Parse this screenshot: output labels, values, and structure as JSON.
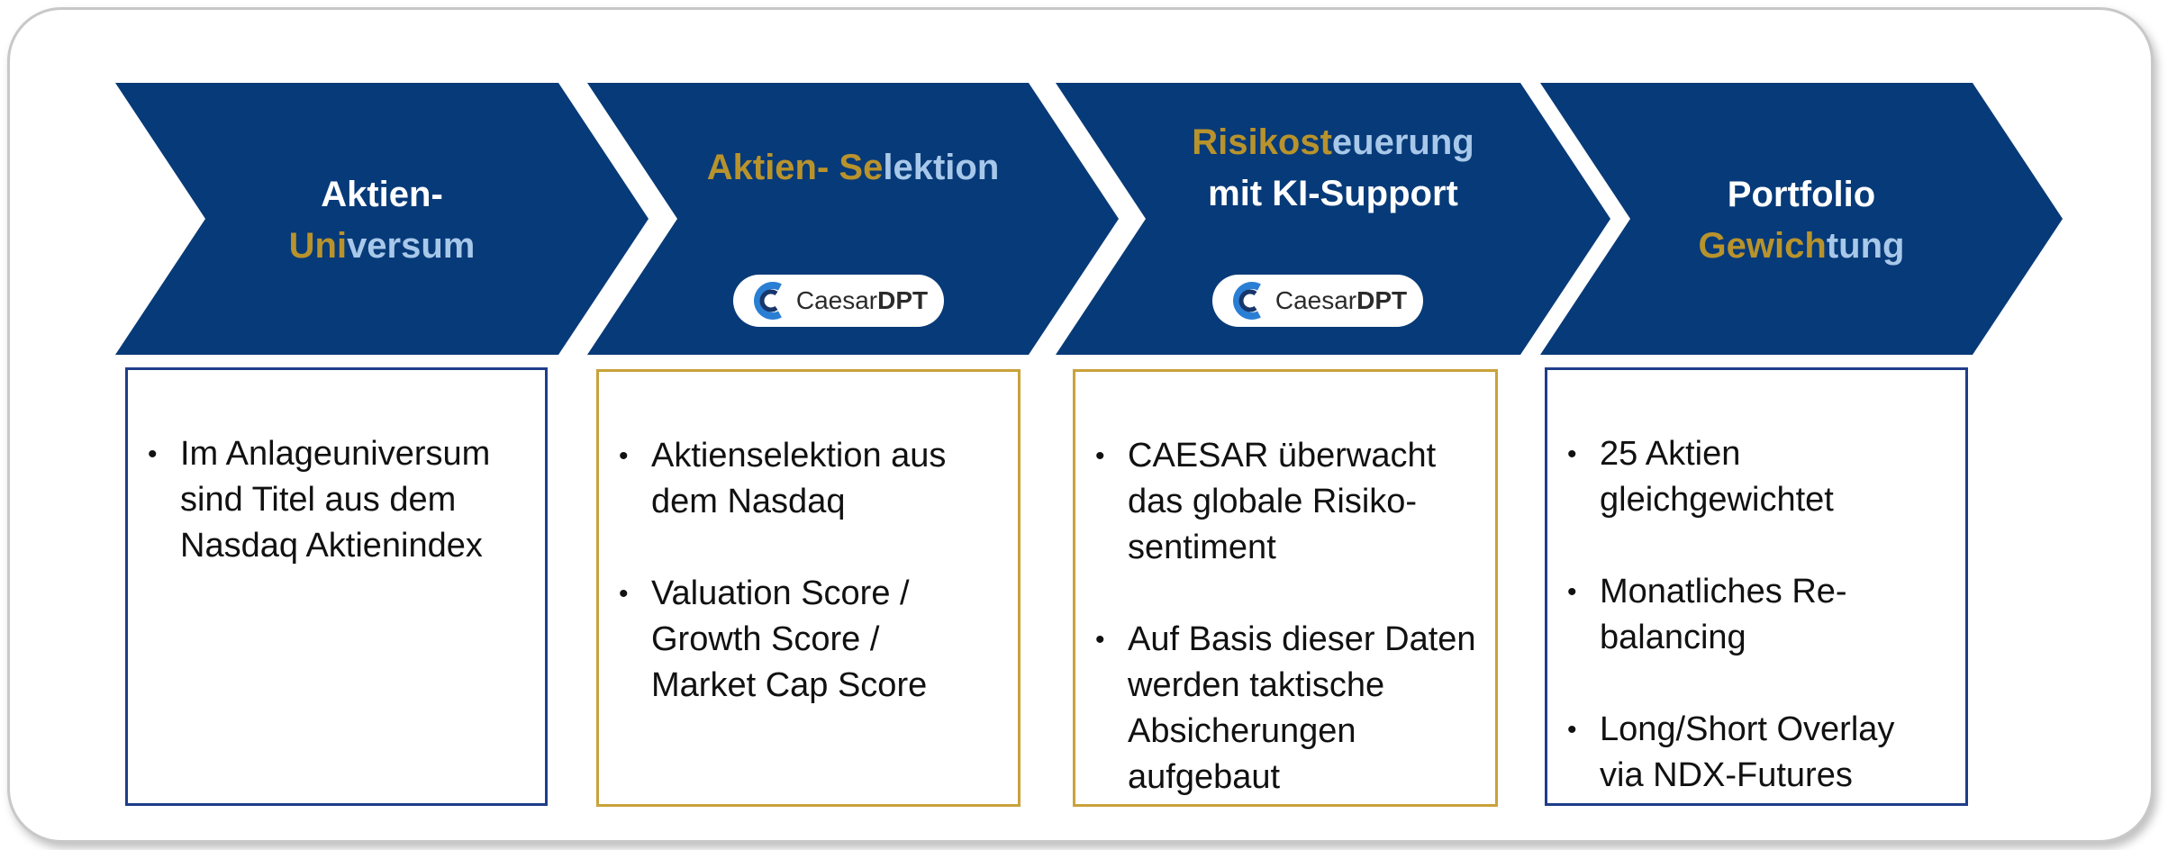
{
  "steps": [
    {
      "title_lines": [
        {
          "parts": [
            {
              "text": "Aktien-",
              "tone": "white"
            }
          ]
        },
        {
          "parts": [
            {
              "text": "Uni",
              "tone": "gold"
            },
            {
              "text": "versum",
              "tone": "light"
            }
          ]
        }
      ],
      "logo": null,
      "bullets": [
        "Im Anlageuniversum sind Titel aus dem Nasdaq Aktienindex"
      ]
    },
    {
      "title_lines": [
        {
          "parts": [
            {
              "text": "Aktien- Se",
              "tone": "gold"
            },
            {
              "text": "lektion",
              "tone": "light"
            }
          ]
        }
      ],
      "logo": {
        "name": "Caesar",
        "bold": "DPT"
      },
      "bullets": [
        "Aktienselektion aus dem Nasdaq",
        "Valuation Score / Growth Score / Market Cap Score"
      ]
    },
    {
      "title_lines": [
        {
          "parts": [
            {
              "text": "Risikost",
              "tone": "gold"
            },
            {
              "text": "euerung",
              "tone": "light"
            }
          ]
        },
        {
          "parts": [
            {
              "text": "mit KI-Support",
              "tone": "white"
            }
          ]
        }
      ],
      "logo": {
        "name": "Caesar",
        "bold": "DPT"
      },
      "bullets": [
        "CAESAR überwacht das globale Risiko-sentiment",
        "Auf Basis dieser Daten werden taktische Absicherungen aufgebaut"
      ]
    },
    {
      "title_lines": [
        {
          "parts": [
            {
              "text": "Portfolio",
              "tone": "white"
            }
          ]
        },
        {
          "parts": [
            {
              "text": "Gewich",
              "tone": "gold"
            },
            {
              "text": "tung",
              "tone": "light"
            }
          ]
        }
      ],
      "logo": null,
      "bullets": [
        "25 Aktien gleichgewichtet",
        "Monatliches Re-balancing",
        "Long/Short Overlay via NDX-Futures"
      ]
    }
  ],
  "colors": {
    "chevron": "#073a78",
    "gold": "#b8932c",
    "light_blue": "#a8c8ea",
    "box_blue_border": "#1f3d8a",
    "box_gold_border": "#c9a23a",
    "logo_blue": "#2a7fd4",
    "logo_dark": "#17366b"
  }
}
